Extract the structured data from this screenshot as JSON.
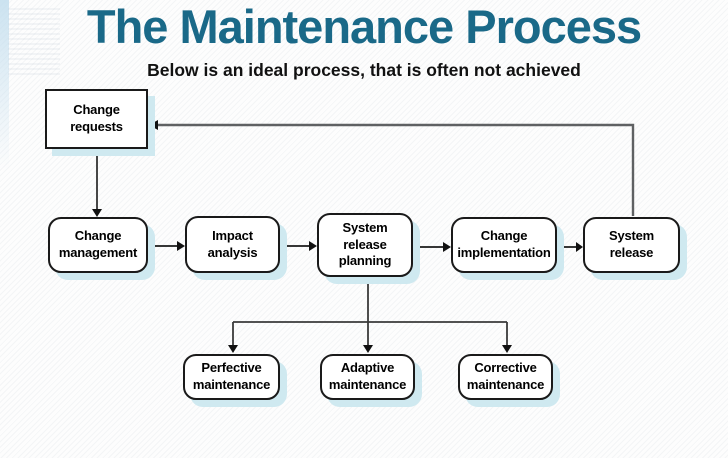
{
  "slide": {
    "title": "The Maintenance Process",
    "subtitle": "Below is an ideal process, that is often not achieved"
  },
  "nodes": [
    {
      "id": "change-requests",
      "label": "Change\nrequests"
    },
    {
      "id": "change-management",
      "label": "Change\nmanagement"
    },
    {
      "id": "impact-analysis",
      "label": "Impact\nanalysis"
    },
    {
      "id": "system-release-planning",
      "label": "System\nrelease\nplanning"
    },
    {
      "id": "change-implementation",
      "label": "Change\nimplementation"
    },
    {
      "id": "system-release",
      "label": "System\nrelease"
    },
    {
      "id": "perfective-maintenance",
      "label": "Perfective\nmaintenance"
    },
    {
      "id": "adaptive-maintenance",
      "label": "Adaptive\nmaintenance"
    },
    {
      "id": "corrective-maintenance",
      "label": "Corrective\nmaintenance"
    }
  ],
  "colors": {
    "title": "#1a6988",
    "box_fill": "#ffffff",
    "box_border": "#1a1a1a",
    "box_shadow": "#cfe9f0",
    "arrow": "#1a1a1a",
    "branch_arrow": "#3a3a3a",
    "feedback_arrow": "#5f6163"
  }
}
